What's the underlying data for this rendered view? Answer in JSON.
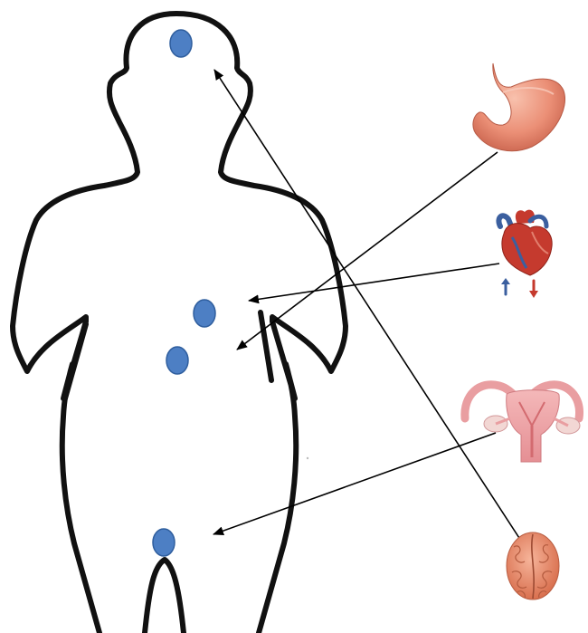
{
  "colors": {
    "background": "#ffffff",
    "body_outline": "#111111",
    "marker_fill": "#4d7fc4",
    "marker_stroke": "#2f5e9e",
    "arrow": "#000000",
    "stomach": "#e98a73",
    "heart": "#c53a2e",
    "heart_vessels": "#3b5f9f",
    "uterus": "#e9a0a3",
    "brain": "#e88a6f"
  },
  "icons": {
    "stomach": "stomach-icon",
    "heart": "heart-icon",
    "uterus": "uterus-icon",
    "brain": "brain-icon"
  },
  "markers": [
    {
      "id": "head",
      "organ": "brain"
    },
    {
      "id": "chest",
      "organ": "heart"
    },
    {
      "id": "abdomen",
      "organ": "stomach"
    },
    {
      "id": "pelvis",
      "organ": "uterus"
    }
  ],
  "arrows": [
    {
      "from": "stomach",
      "to": "abdomen"
    },
    {
      "from": "heart",
      "to": "chest"
    },
    {
      "from": "uterus",
      "to": "pelvis"
    },
    {
      "from": "brain",
      "to": "head"
    }
  ]
}
